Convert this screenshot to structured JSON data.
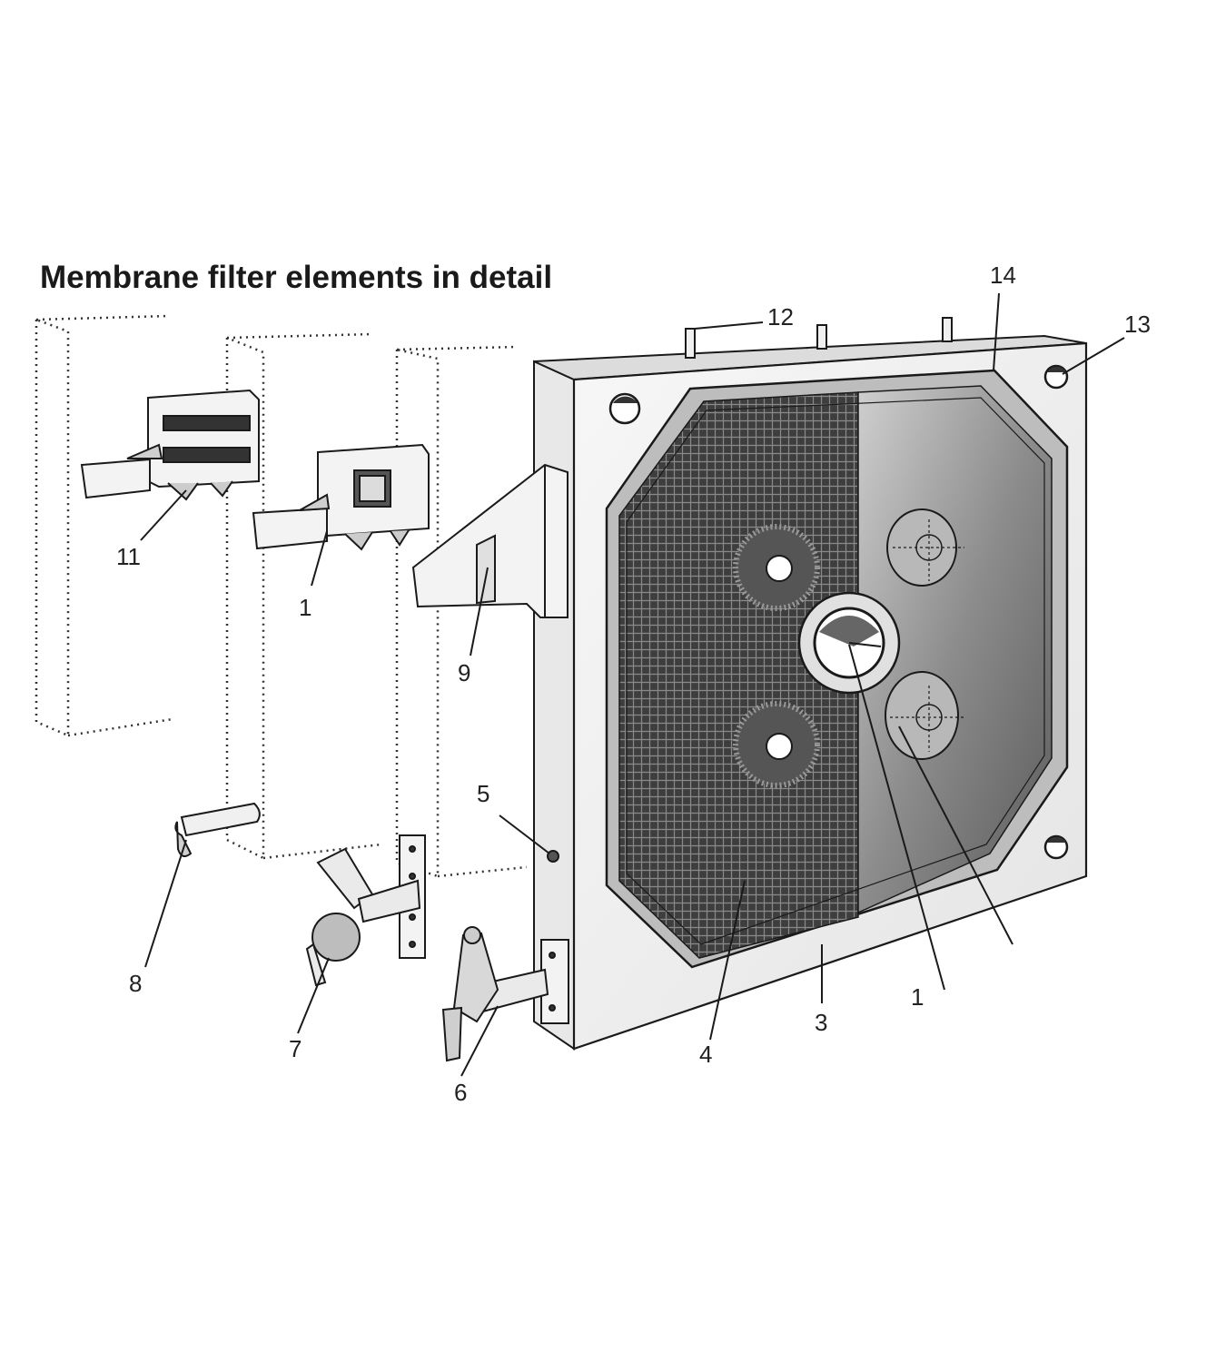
{
  "title": "Membrane filter elements in detail",
  "callouts": {
    "c14": "14",
    "c12": "12",
    "c13": "13",
    "c11": "11",
    "c1a": "1",
    "c9": "9",
    "c5": "5",
    "c8": "8",
    "c7": "7",
    "c6": "6",
    "c4": "4",
    "c3": "3",
    "c1b": "1"
  },
  "colors": {
    "line": "#1a1a1a",
    "frame": "#f2f2f2",
    "membrane": "#444444",
    "plate_dark": "#5f5f5f",
    "plate_light": "#d6d6d6"
  }
}
